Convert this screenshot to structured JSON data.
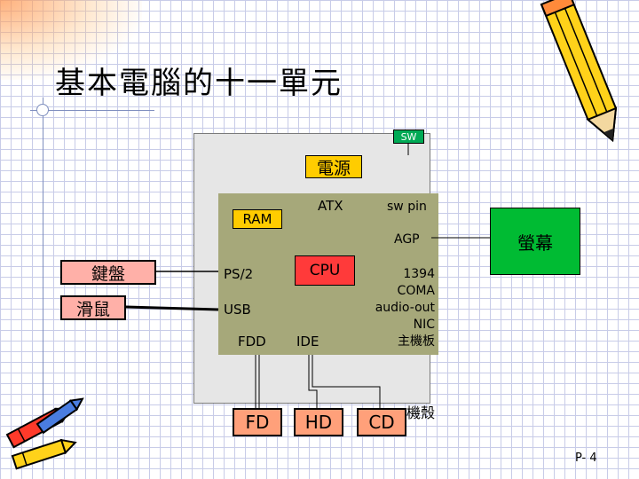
{
  "slide": {
    "title": "基本電腦的十一單元",
    "page_number": "P- 4"
  },
  "case": {
    "label": "機殼"
  },
  "switch": {
    "label": "SW"
  },
  "power_supply": {
    "label": "電源"
  },
  "motherboard": {
    "atx_label": "ATX",
    "sw_pin_label": "sw pin",
    "agp_label": "AGP",
    "ps2_label": "PS/2",
    "usb_label": "USB",
    "fdd_label": "FDD",
    "ide_label": "IDE",
    "right_ports": [
      "1394",
      "COMA",
      "audio-out",
      "NIC",
      "主機板"
    ]
  },
  "ram": {
    "label": "RAM"
  },
  "cpu": {
    "label": "CPU"
  },
  "monitor": {
    "label": "螢幕"
  },
  "keyboard": {
    "label": "鍵盤"
  },
  "mouse": {
    "label": "滑鼠"
  },
  "drives": {
    "fd_label": "FD",
    "hd_label": "HD",
    "cd_label": "CD"
  },
  "colors": {
    "case_fill": "#e6e6e6",
    "motherboard_fill": "#a6a87a",
    "power_fill": "#ffcc00",
    "cpu_fill": "#ff3a3a",
    "monitor_fill": "#00bb33",
    "peripheral_fill": "#ffb0a8",
    "drive_fill": "#ffa07a",
    "switch_fill": "#00aa55"
  },
  "icons": [
    "pencil-clipart-icon",
    "crayons-clipart-icon"
  ]
}
